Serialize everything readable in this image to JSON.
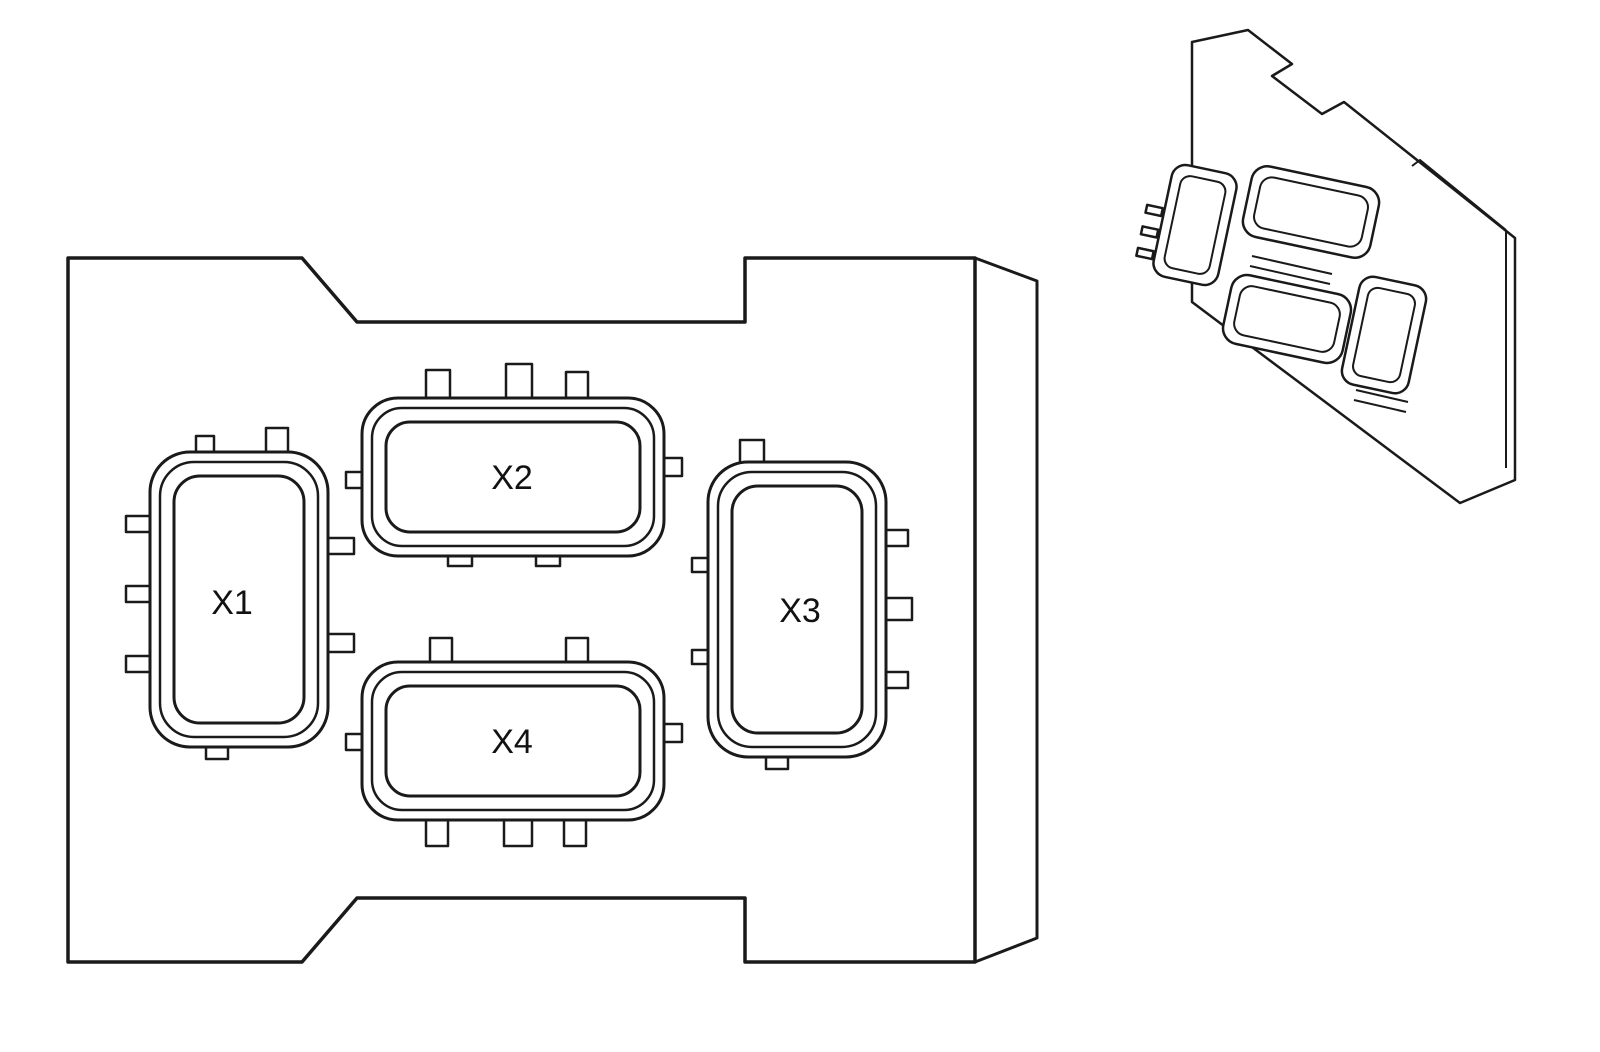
{
  "diagram": {
    "connectors": [
      {
        "id": "X1",
        "label": "X1"
      },
      {
        "id": "X2",
        "label": "X2"
      },
      {
        "id": "X3",
        "label": "X3"
      },
      {
        "id": "X4",
        "label": "X4"
      }
    ],
    "colors": {
      "line": "#1a1a1a",
      "fill": "#ffffff",
      "background": "#ffffff"
    }
  }
}
